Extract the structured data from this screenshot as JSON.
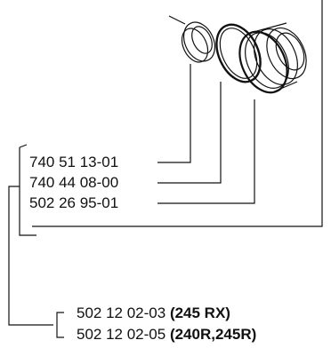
{
  "parts": [
    {
      "number": "740 51 13-01"
    },
    {
      "number": "740 44 08-00"
    },
    {
      "number": "502 26 95-01"
    }
  ],
  "assemblies": [
    {
      "number": "502 12 02-03",
      "models": "(245 RX)"
    },
    {
      "number": "502 12 02-05",
      "models": "(240R,245R)"
    }
  ]
}
